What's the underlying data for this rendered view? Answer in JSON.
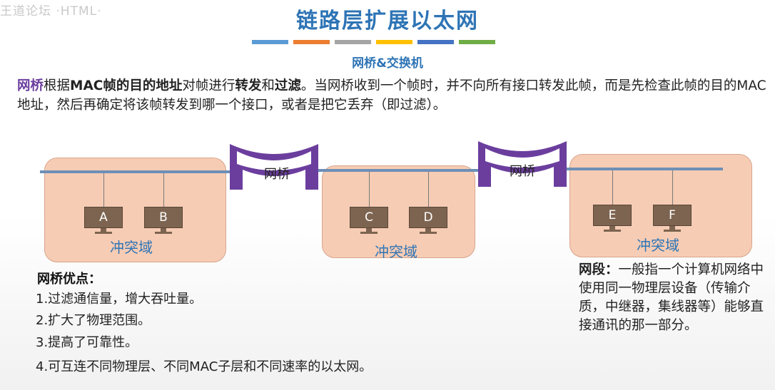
{
  "watermark": "王道论坛 ·HTML·",
  "header": {
    "title": "链路层扩展以太网",
    "subtitle": "网桥&交换机",
    "bar_colors": [
      "#5b9bd5",
      "#ed7d31",
      "#a5a5a5",
      "#ffc000",
      "#4472c4",
      "#70ad47"
    ]
  },
  "intro": {
    "p1": "网桥",
    "p2": "根据",
    "p3": "MAC帧的目的地址",
    "p4": "对帧进行",
    "p5": "转发",
    "p6": "和",
    "p7": "过滤",
    "p8": "。当网桥收到一个帧时，并不向所有接口转发此帧，而是先检查此帧的目的MAC地址，然后再确定将该帧转发到哪一个接口，或者是把它丢弃（即过滤）。"
  },
  "diagram": {
    "collision_domain_label": "冲突域",
    "bridge_label": "网桥",
    "hosts": [
      "A",
      "B",
      "C",
      "D",
      "E",
      "F"
    ]
  },
  "advantages": {
    "title": "网桥优点：",
    "items": [
      "1.过滤通信量，增大吞吐量。",
      "2.扩大了物理范围。",
      "3.提高了可靠性。",
      "4.可互连不同物理层、不同MAC子层和不同速率的以太网。"
    ]
  },
  "segment": {
    "term": "网段：",
    "definition": "一般指一个计算机网络中使用同一物理层设备（传输介质，中继器，集线器等）能够直接通讯的那一部分。"
  },
  "colors": {
    "title": "#2e74b5",
    "highlight": "#6b3e9e",
    "zone_fill": "#f6ccb4",
    "bridge": "#6b3e9e",
    "bus": "#6e8fb6",
    "host": "#7d6450"
  }
}
